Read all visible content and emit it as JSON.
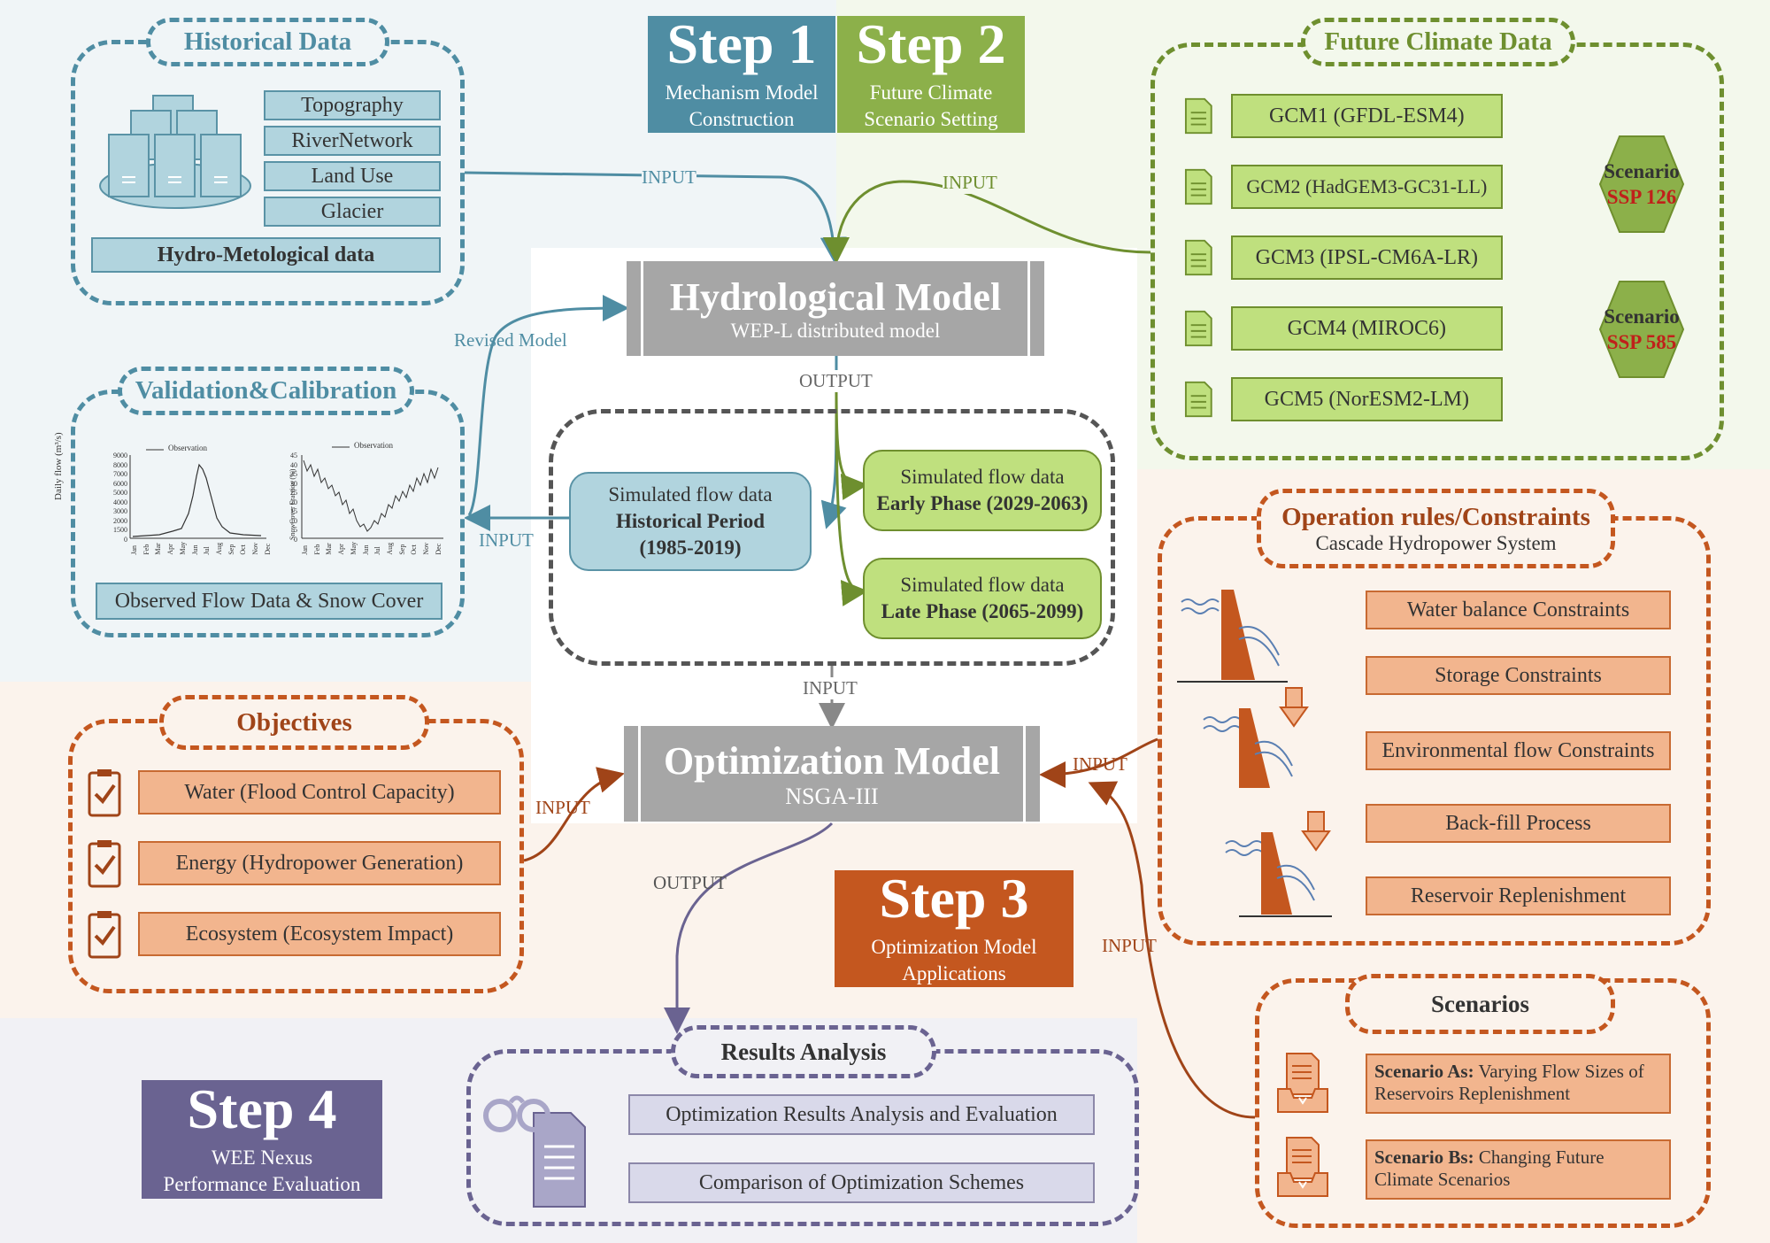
{
  "colors": {
    "blue": "#4f8da3",
    "green": "#6e8f2f",
    "orange": "#c4571f",
    "purple": "#6a6391",
    "grey": "#a6a6a6"
  },
  "steps": [
    {
      "title": "Step 1",
      "line1": "Mechanism Model",
      "line2": "Construction"
    },
    {
      "title": "Step 2",
      "line1": "Future Climate",
      "line2": "Scenario Setting"
    },
    {
      "title": "Step 3",
      "line1": "Optimization Model",
      "line2": "Applications"
    },
    {
      "title": "Step 4",
      "line1": "WEE Nexus",
      "line2": "Performance Evaluation"
    }
  ],
  "historical": {
    "title": "Historical Data",
    "items": [
      "Topography",
      "RiverNetwork",
      "Land Use",
      "Glacier"
    ],
    "footer": "Hydro-Metological data"
  },
  "validation": {
    "title": "Validation&Calibration",
    "footer": "Observed Flow Data & Snow Cover",
    "chart1": {
      "legend": "Observation",
      "ylabel": "Daily flow (m³/s)",
      "yticks": [
        "9000",
        "8000",
        "7000",
        "6000",
        "5000",
        "4000",
        "3000",
        "2000",
        "1500",
        "0"
      ],
      "months": [
        "Jan",
        "Feb",
        "Mar",
        "Apr",
        "May",
        "Jun",
        "Jul",
        "Aug",
        "Sep",
        "Oct",
        "Nov",
        "Dec"
      ]
    },
    "chart2": {
      "legend": "Observation",
      "ylabel": "SnowCover Fraction (%)",
      "yticks": [
        "45",
        "40",
        "35",
        "30",
        "25",
        "20",
        "15",
        "10",
        "5",
        "0"
      ],
      "months": [
        "Jan",
        "Feb",
        "Mar",
        "Apr",
        "May",
        "Jun",
        "Jul",
        "Aug",
        "Sep",
        "Oct",
        "Nov",
        "Dec"
      ]
    }
  },
  "future": {
    "title": "Future Climate Data",
    "gcms": [
      "GCM1 (GFDL-ESM4)",
      "GCM2 (HadGEM3-GC31-LL)",
      "GCM3 (IPSL-CM6A-LR)",
      "GCM4 (MIROC6)",
      "GCM5 (NorESM2-LM)"
    ],
    "scenarios": [
      {
        "label": "Scenario",
        "name": "SSP 126"
      },
      {
        "label": "Scenario",
        "name": "SSP 585"
      }
    ]
  },
  "hydro_model": {
    "title": "Hydrological Model",
    "subtitle": "WEP-L distributed model"
  },
  "opt_model": {
    "title": "Optimization Model",
    "subtitle": "NSGA-III"
  },
  "sim": {
    "hist": {
      "line1": "Simulated flow data",
      "line2": "Historical Period",
      "line3": "(1985-2019)"
    },
    "early": {
      "line1": "Simulated flow data",
      "line2": "Early Phase (2029-2063)"
    },
    "late": {
      "line1": "Simulated flow data",
      "line2": "Late Phase (2065-2099)"
    }
  },
  "objectives": {
    "title": "Objectives",
    "items": [
      "Water (Flood Control Capacity)",
      "Energy (Hydropower Generation)",
      "Ecosystem (Ecosystem Impact)"
    ]
  },
  "operation": {
    "title": "Operation rules/Constraints",
    "subtitle": "Cascade Hydropower System",
    "items": [
      "Water balance Constraints",
      "Storage Constraints",
      "Environmental flow Constraints",
      "Back-fill Process",
      "Reservoir Replenishment"
    ]
  },
  "scenarios": {
    "title": "Scenarios",
    "a_bold": "Scenario As:",
    "a_text": " Varying Flow Sizes of Reservoirs Replenishment",
    "b_bold": "Scenario Bs:",
    "b_text": " Changing Future Climate Scenarios"
  },
  "results": {
    "title": "Results Analysis",
    "items": [
      "Optimization Results Analysis and Evaluation",
      "Comparison of Optimization Schemes"
    ]
  },
  "labels": {
    "input": "INPUT",
    "output": "OUTPUT",
    "revised": "Revised Model"
  }
}
